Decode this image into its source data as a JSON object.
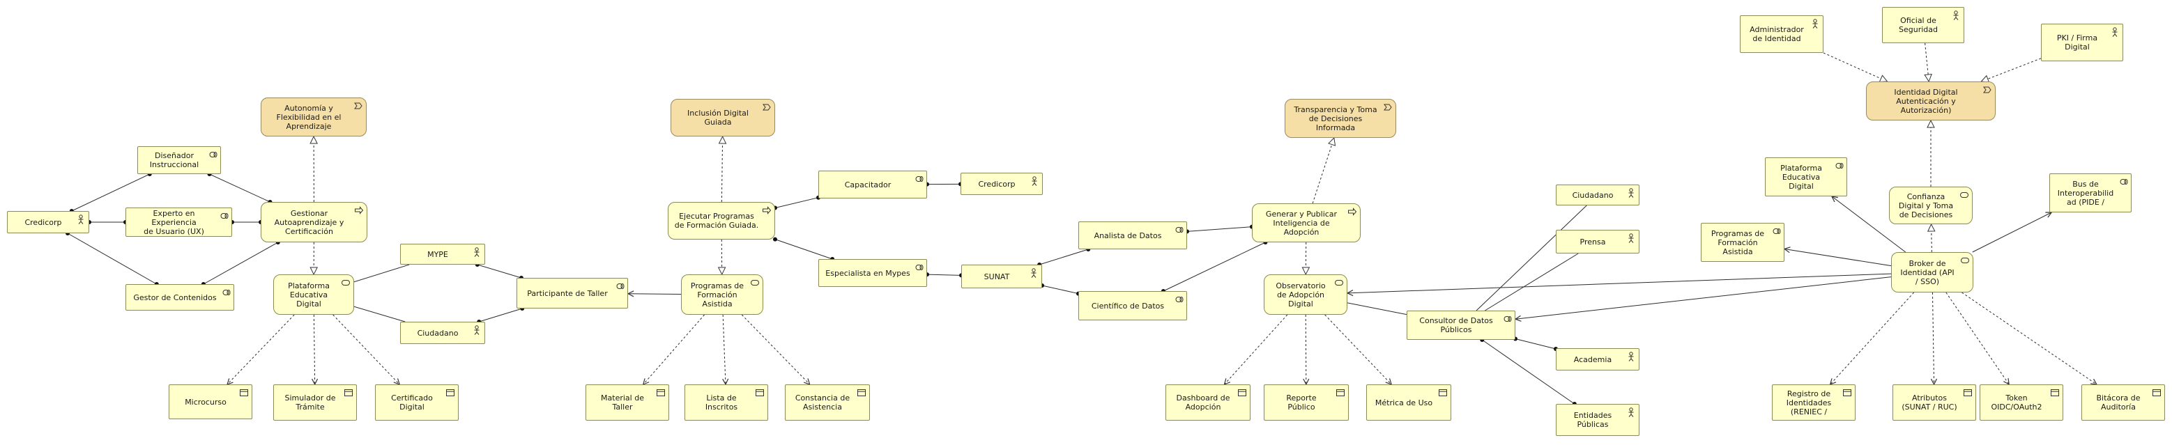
{
  "nodes": [
    {
      "id": "credicorp1",
      "label": "Credicorp",
      "kind": "actor"
    },
    {
      "id": "disenador",
      "label": "Diseñador\nInstruccional",
      "kind": "role"
    },
    {
      "id": "experto",
      "label": "Experto en Experiencia\nde Usuario (UX)",
      "kind": "role"
    },
    {
      "id": "gestorcont",
      "label": "Gestor de Contenidos",
      "kind": "role"
    },
    {
      "id": "gestionar",
      "label": "Gestionar\nAutoaprendizaje y\nCertificación",
      "kind": "process"
    },
    {
      "id": "autonomia",
      "label": "Autonomía y\nFlexibilidad en el\nAprendizaje",
      "kind": "value"
    },
    {
      "id": "plataforma1",
      "label": "Plataforma\nEducativa\nDigital",
      "kind": "service"
    },
    {
      "id": "mype",
      "label": "MYPE",
      "kind": "actor"
    },
    {
      "id": "ciudadano1",
      "label": "Ciudadano",
      "kind": "actor"
    },
    {
      "id": "participante",
      "label": "Participante de Taller",
      "kind": "role"
    },
    {
      "id": "microcurso",
      "label": "Microcurso",
      "kind": "object"
    },
    {
      "id": "simulador",
      "label": "Simulador de\nTrámite",
      "kind": "object"
    },
    {
      "id": "certificado",
      "label": "Certificado\nDigital",
      "kind": "object"
    },
    {
      "id": "inclusion",
      "label": "Inclusión Digital\nGuiada",
      "kind": "value"
    },
    {
      "id": "ejecutar",
      "label": "Ejecutar Programas\nde Formación Guiada.",
      "kind": "process"
    },
    {
      "id": "capacitador",
      "label": "Capacitador",
      "kind": "role"
    },
    {
      "id": "credicorp2",
      "label": "Credicorp",
      "kind": "actor"
    },
    {
      "id": "especialista",
      "label": "Especialista en Mypes",
      "kind": "role"
    },
    {
      "id": "programas1",
      "label": "Programas de\nFormación\nAsistida",
      "kind": "service"
    },
    {
      "id": "material",
      "label": "Material de\nTaller",
      "kind": "object"
    },
    {
      "id": "lista",
      "label": "Lista de\nInscritos",
      "kind": "object"
    },
    {
      "id": "constancia",
      "label": "Constancia de\nAsistencia",
      "kind": "object"
    },
    {
      "id": "sunat",
      "label": "SUNAT",
      "kind": "actor"
    },
    {
      "id": "analista",
      "label": "Analista de Datos",
      "kind": "role"
    },
    {
      "id": "cientifico",
      "label": "Científico de Datos",
      "kind": "role"
    },
    {
      "id": "transparencia",
      "label": "Transparencia y Toma\nde Decisiones\nInformada",
      "kind": "value"
    },
    {
      "id": "generar",
      "label": "Generar y Publicar\nInteligencia de\nAdopción",
      "kind": "process"
    },
    {
      "id": "observatorio",
      "label": "Observatorio\nde Adopción\nDigital",
      "kind": "service"
    },
    {
      "id": "consultor",
      "label": "Consultor de Datos\nPúblicos",
      "kind": "role"
    },
    {
      "id": "ciudadano2",
      "label": "Ciudadano",
      "kind": "actor"
    },
    {
      "id": "prensa",
      "label": "Prensa",
      "kind": "actor"
    },
    {
      "id": "academia",
      "label": "Academia",
      "kind": "actor"
    },
    {
      "id": "entidades",
      "label": "Entidades\nPúblicas",
      "kind": "actor"
    },
    {
      "id": "dashboard",
      "label": "Dashboard de\nAdopción",
      "kind": "object"
    },
    {
      "id": "reporte",
      "label": "Reporte\nPúblico",
      "kind": "object"
    },
    {
      "id": "metrica",
      "label": "Métrica de Uso",
      "kind": "object"
    },
    {
      "id": "admin",
      "label": "Administrador\nde Identidad",
      "kind": "actor"
    },
    {
      "id": "oficial",
      "label": "Oficial de\nSeguridad",
      "kind": "actor"
    },
    {
      "id": "pki",
      "label": "PKI / Firma\nDigital",
      "kind": "actor"
    },
    {
      "id": "identidad",
      "label": "Identidad Digital\nAutenticación y\nAutorización)",
      "kind": "value"
    },
    {
      "id": "confianza",
      "label": "Confianza\nDigital y Toma\nde Decisiones",
      "kind": "service"
    },
    {
      "id": "plataforma2",
      "label": "Plataforma\nEducativa\nDigital",
      "kind": "role"
    },
    {
      "id": "programas2",
      "label": "Programas de\nFormación\nAsistida",
      "kind": "role"
    },
    {
      "id": "broker",
      "label": "Broker de\nIdentidad (API\n/ SSO)",
      "kind": "service"
    },
    {
      "id": "bus",
      "label": "Bus de\nInteroperabilid\nad (PIDE /",
      "kind": "role"
    },
    {
      "id": "registro",
      "label": "Registro de\nIdentidades\n(RENIEC /",
      "kind": "object"
    },
    {
      "id": "atributos",
      "label": "Atributos\n(SUNAT / RUC)",
      "kind": "object"
    },
    {
      "id": "token",
      "label": "Token\nOIDC/OAuth2",
      "kind": "object"
    },
    {
      "id": "bitacora",
      "label": "Bitácora de\nAuditoría",
      "kind": "object"
    }
  ],
  "relations": [
    {
      "from": "credicorp1",
      "to": "disenador",
      "type": "assoc"
    },
    {
      "from": "credicorp1",
      "to": "experto",
      "type": "assoc"
    },
    {
      "from": "credicorp1",
      "to": "gestorcont",
      "type": "assoc"
    },
    {
      "from": "disenador",
      "to": "gestionar",
      "type": "assoc"
    },
    {
      "from": "experto",
      "to": "gestionar",
      "type": "assoc"
    },
    {
      "from": "gestorcont",
      "to": "gestionar",
      "type": "assoc"
    },
    {
      "from": "gestionar",
      "to": "autonomia",
      "type": "realization"
    },
    {
      "from": "gestionar",
      "to": "plataforma1",
      "type": "realization"
    },
    {
      "from": "plataforma1",
      "to": "mype",
      "type": "plain"
    },
    {
      "from": "plataforma1",
      "to": "ciudadano1",
      "type": "plain"
    },
    {
      "from": "mype",
      "to": "participante",
      "type": "assoc"
    },
    {
      "from": "ciudadano1",
      "to": "participante",
      "type": "assoc"
    },
    {
      "from": "plataforma1",
      "to": "microcurso",
      "type": "access"
    },
    {
      "from": "plataforma1",
      "to": "simulador",
      "type": "access"
    },
    {
      "from": "plataforma1",
      "to": "certificado",
      "type": "access"
    },
    {
      "from": "programas1",
      "to": "participante",
      "type": "serving"
    },
    {
      "from": "ejecutar",
      "to": "inclusion",
      "type": "realization"
    },
    {
      "from": "ejecutar",
      "to": "programas1",
      "type": "realization"
    },
    {
      "from": "credicorp2",
      "to": "capacitador",
      "type": "assoc"
    },
    {
      "from": "capacitador",
      "to": "ejecutar",
      "type": "assoc"
    },
    {
      "from": "especialista",
      "to": "ejecutar",
      "type": "assoc"
    },
    {
      "from": "sunat",
      "to": "especialista",
      "type": "assoc"
    },
    {
      "from": "programas1",
      "to": "material",
      "type": "access"
    },
    {
      "from": "programas1",
      "to": "lista",
      "type": "access"
    },
    {
      "from": "programas1",
      "to": "constancia",
      "type": "access"
    },
    {
      "from": "sunat",
      "to": "analista",
      "type": "assoc"
    },
    {
      "from": "sunat",
      "to": "cientifico",
      "type": "assoc"
    },
    {
      "from": "analista",
      "to": "generar",
      "type": "assoc"
    },
    {
      "from": "cientifico",
      "to": "generar",
      "type": "assoc"
    },
    {
      "from": "generar",
      "to": "transparencia",
      "type": "realization"
    },
    {
      "from": "generar",
      "to": "observatorio",
      "type": "realization"
    },
    {
      "from": "observatorio",
      "to": "consultor",
      "type": "plain"
    },
    {
      "from": "consultor",
      "to": "ciudadano2",
      "type": "plain"
    },
    {
      "from": "consultor",
      "to": "prensa",
      "type": "plain"
    },
    {
      "from": "academia",
      "to": "consultor",
      "type": "assoc"
    },
    {
      "from": "entidades",
      "to": "consultor",
      "type": "assoc"
    },
    {
      "from": "observatorio",
      "to": "dashboard",
      "type": "access"
    },
    {
      "from": "observatorio",
      "to": "reporte",
      "type": "access"
    },
    {
      "from": "observatorio",
      "to": "metrica",
      "type": "access"
    },
    {
      "from": "admin",
      "to": "identidad",
      "type": "realization"
    },
    {
      "from": "oficial",
      "to": "identidad",
      "type": "realization"
    },
    {
      "from": "pki",
      "to": "identidad",
      "type": "realization"
    },
    {
      "from": "confianza",
      "to": "identidad",
      "type": "realization"
    },
    {
      "from": "broker",
      "to": "confianza",
      "type": "realization"
    },
    {
      "from": "broker",
      "to": "plataforma2",
      "type": "serving"
    },
    {
      "from": "broker",
      "to": "programas2",
      "type": "serving"
    },
    {
      "from": "broker",
      "to": "bus",
      "type": "serving"
    },
    {
      "from": "broker",
      "to": "observatorio",
      "type": "serving"
    },
    {
      "from": "broker",
      "to": "consultor",
      "type": "serving"
    },
    {
      "from": "broker",
      "to": "registro",
      "type": "access"
    },
    {
      "from": "broker",
      "to": "atributos",
      "type": "access"
    },
    {
      "from": "broker",
      "to": "token",
      "type": "access"
    },
    {
      "from": "broker",
      "to": "bitacora",
      "type": "access"
    }
  ],
  "colors": {
    "element_fill": "#ffffcc",
    "value_fill": "#f6dfa6",
    "border": "#8a8a52",
    "line": "#2b2b2b"
  }
}
